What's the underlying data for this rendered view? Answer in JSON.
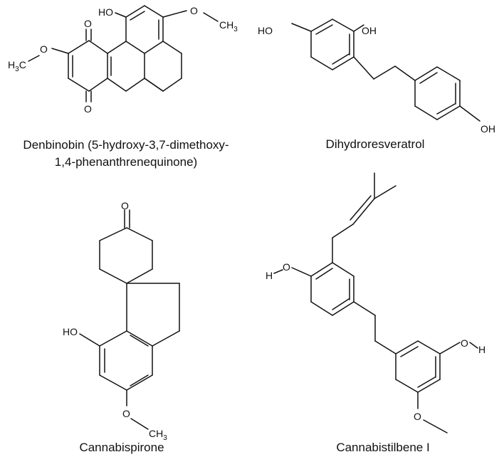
{
  "figure": {
    "compounds": [
      {
        "id": "denbinobin",
        "name_line1": "Denbinobin (5-hydroxy-3,7-dimethoxy-",
        "name_line2": "1,4-phenanthrenequinone)",
        "labels": {
          "ho": "HO",
          "o_top": "O",
          "o_bottom": "O",
          "o_methoxy_left": "O",
          "o_methoxy_right": "O",
          "ch3_left_main": "H",
          "ch3_left_sub": "3",
          "ch3_left_tail": "C",
          "ch3_right_main": "CH",
          "ch3_right_sub": "3"
        }
      },
      {
        "id": "dihydroresveratrol",
        "name_line1": "Dihydroresveratrol",
        "labels": {
          "ho_left": "HO",
          "oh_top": "OH",
          "oh_right": "OH"
        }
      },
      {
        "id": "cannabispirone",
        "name_line1": "Cannabispirone",
        "labels": {
          "o_ketone": "O",
          "ho": "HO",
          "o_methoxy": "O",
          "ch3_main": "CH",
          "ch3_sub": "3"
        }
      },
      {
        "id": "cannabistilbene",
        "name_line1": "Cannabistilbene I",
        "labels": {
          "h_left": "H",
          "o_left": "O",
          "o_right": "O",
          "h_right": "H",
          "o_methoxy": "O"
        }
      }
    ]
  }
}
